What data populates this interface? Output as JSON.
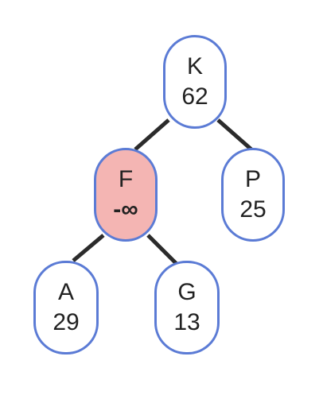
{
  "diagram": {
    "highlight_color": "#f4b5b3",
    "border_color": "#5b7bd5",
    "edge_color": "#2b2b2b",
    "nodes": {
      "k": {
        "key": "K",
        "value": "62"
      },
      "f": {
        "key": "F",
        "value": "-∞"
      },
      "p": {
        "key": "P",
        "value": "25"
      },
      "a": {
        "key": "A",
        "value": "29"
      },
      "g": {
        "key": "G",
        "value": "13"
      }
    },
    "edges": [
      [
        "k",
        "f"
      ],
      [
        "k",
        "p"
      ],
      [
        "f",
        "a"
      ],
      [
        "f",
        "g"
      ]
    ],
    "highlighted_node": "f"
  }
}
